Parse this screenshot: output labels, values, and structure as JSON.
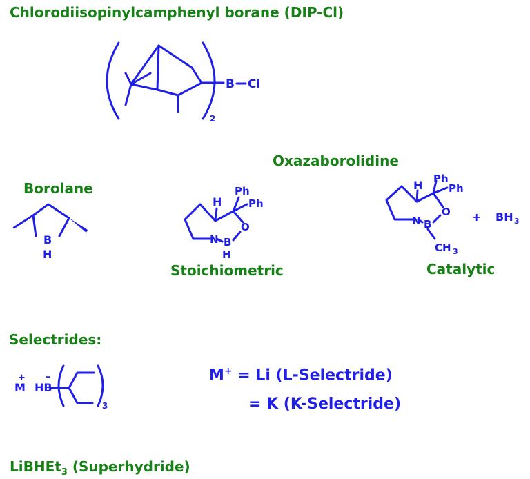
{
  "sections": {
    "dipcl": "Chlorodiisopinylcamphenyl borane (DIP-Cl)",
    "oxazaborolidine": "Oxazaborolidine",
    "borolane": "Borolane",
    "stoichiometric": "Stoichiometric",
    "catalytic": "Catalytic",
    "selectrides": "Selectrides:",
    "superhydride_pre": "LiBHEt",
    "superhydride_sub": "3",
    "superhydride_post": " (Superhydride)"
  },
  "atoms": {
    "B": "B",
    "Cl": "Cl",
    "H": "H",
    "N": "N",
    "O": "O",
    "Ph": "Ph",
    "CH": "CH",
    "three": "3",
    "two": "2",
    "plus": "+",
    "BH": "BH",
    "M": "M",
    "HB": "HB",
    "minus": "–"
  },
  "selectride_eq": {
    "line1_pre": "M",
    "line1_sup": "+",
    "line1_post": " = Li (L-Selectride)",
    "line2": "= K (K-Selectride)"
  },
  "colors": {
    "title": "#178017",
    "structure": "#1f1fe8",
    "background": "#ffffff"
  }
}
